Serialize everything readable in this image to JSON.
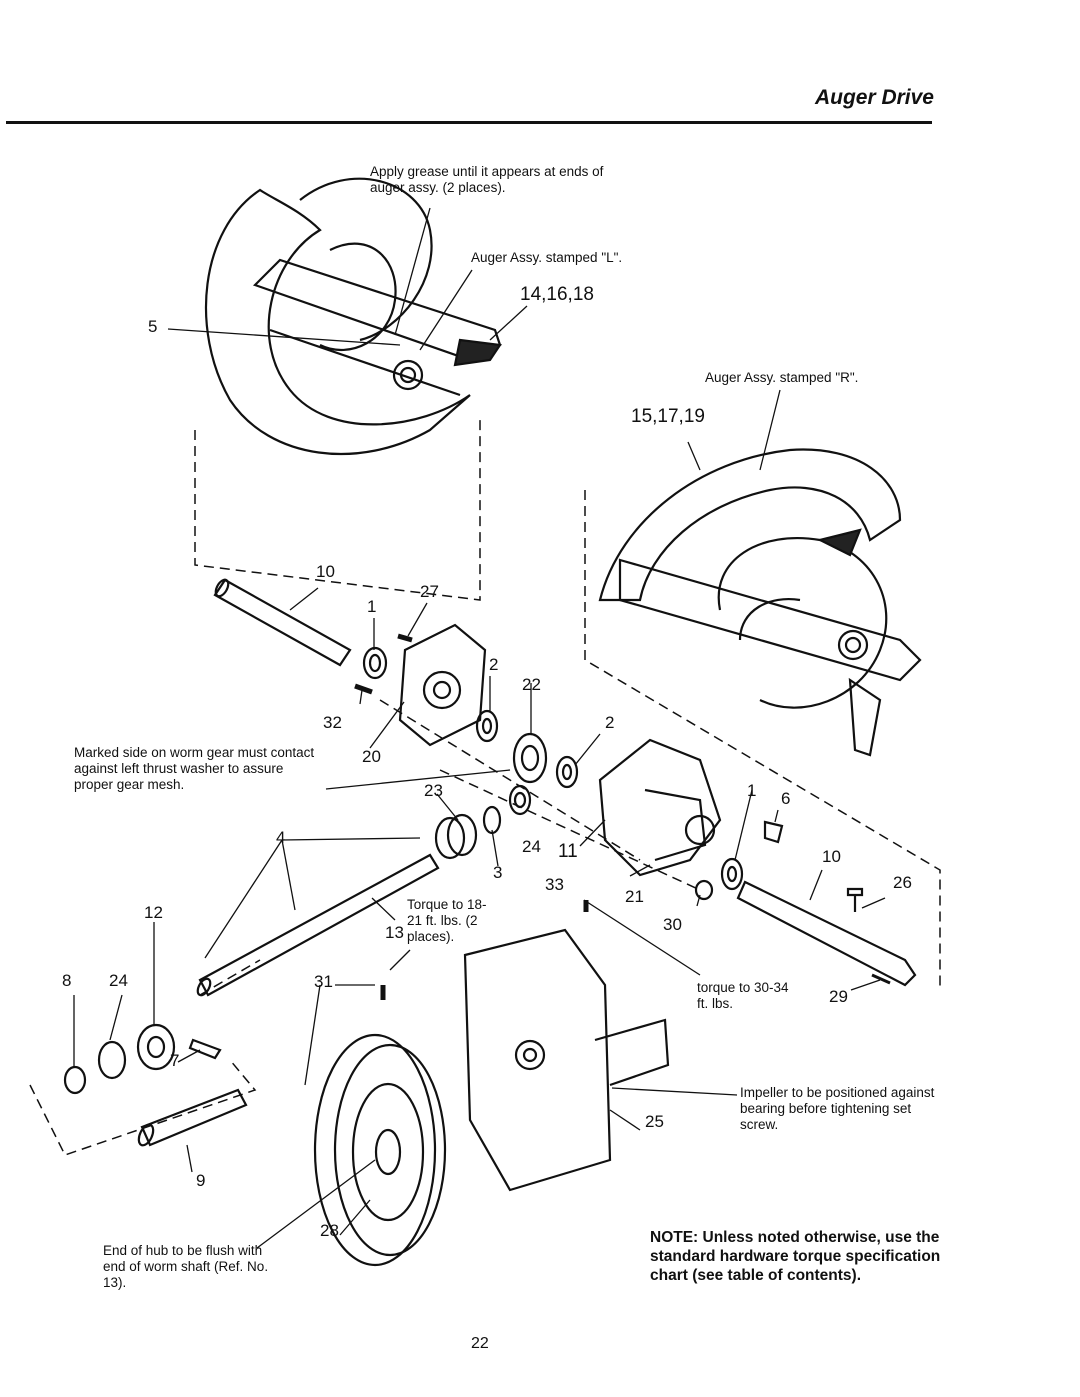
{
  "header": {
    "section_title": "Auger Drive"
  },
  "notes": {
    "grease": "Apply grease until it appears at ends of auger assy. (2 places).",
    "auger_l": "Auger Assy. stamped \"L\".",
    "auger_r": "Auger Assy. stamped \"R\".",
    "worm_gear": "Marked side on worm gear must contact against left thrust washer to assure proper gear mesh.",
    "torque_13": "Torque to 18-21 ft. lbs. (2 places).",
    "torque_30": "torque to 30-34 ft. lbs.",
    "impeller": "Impeller to be positioned against bearing before tightening set screw.",
    "hub": "End of hub to be flush with end of worm shaft (Ref. No. 13).",
    "standard": "NOTE: Unless noted otherwise, use the standard hardware torque specification chart (see table of contents)."
  },
  "callouts": {
    "c1a": "1",
    "c1b": "1",
    "c2a": "2",
    "c2b": "2",
    "c3": "3",
    "c4": "4",
    "c5": "5",
    "c6": "6",
    "c7": "7",
    "c8": "8",
    "c9": "9",
    "c10a": "10",
    "c10b": "10",
    "c11": "11",
    "c12": "12",
    "c13": "13",
    "c141618": "14,16,18",
    "c151719": "15,17,19",
    "c20": "20",
    "c21": "21",
    "c22": "22",
    "c23": "23",
    "c24a": "24",
    "c24b": "24",
    "c25": "25",
    "c26": "26",
    "c27": "27",
    "c28": "28",
    "c29": "29",
    "c30": "30",
    "c31": "31",
    "c32": "32",
    "c33": "33"
  },
  "footer": {
    "page_number": "22"
  }
}
